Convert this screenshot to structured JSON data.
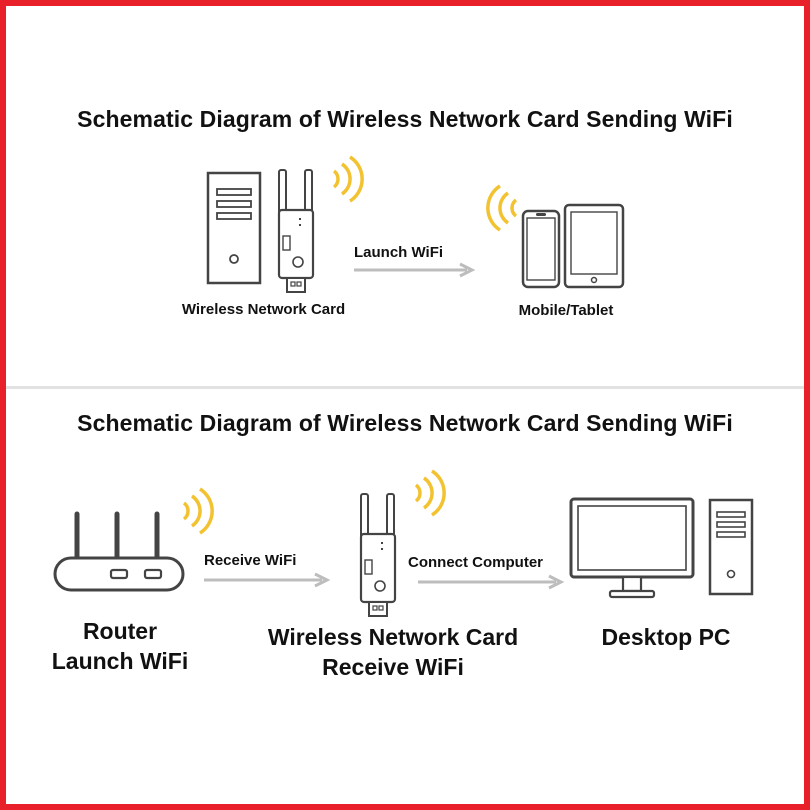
{
  "top": {
    "title": "Schematic Diagram of Wireless Network Card Sending WiFi",
    "left_label": "Wireless Network Card",
    "arrow_label": "Launch WiFi",
    "right_label": "Mobile/Tablet"
  },
  "bottom": {
    "title": "Schematic Diagram of Wireless Network Card Sending WiFi",
    "arrow1_label": "Receive WiFi",
    "arrow2_label": "Connect Computer",
    "router_line1": "Router",
    "router_line2": "Launch WiFi",
    "card_line1": "Wireless Network Card",
    "card_line2": "Receive WiFi",
    "pc_label": "Desktop PC"
  },
  "colors": {
    "frame": "#e8202a",
    "signal": "#f2c230",
    "line": "#444444",
    "arrow": "#bdbdbd"
  }
}
